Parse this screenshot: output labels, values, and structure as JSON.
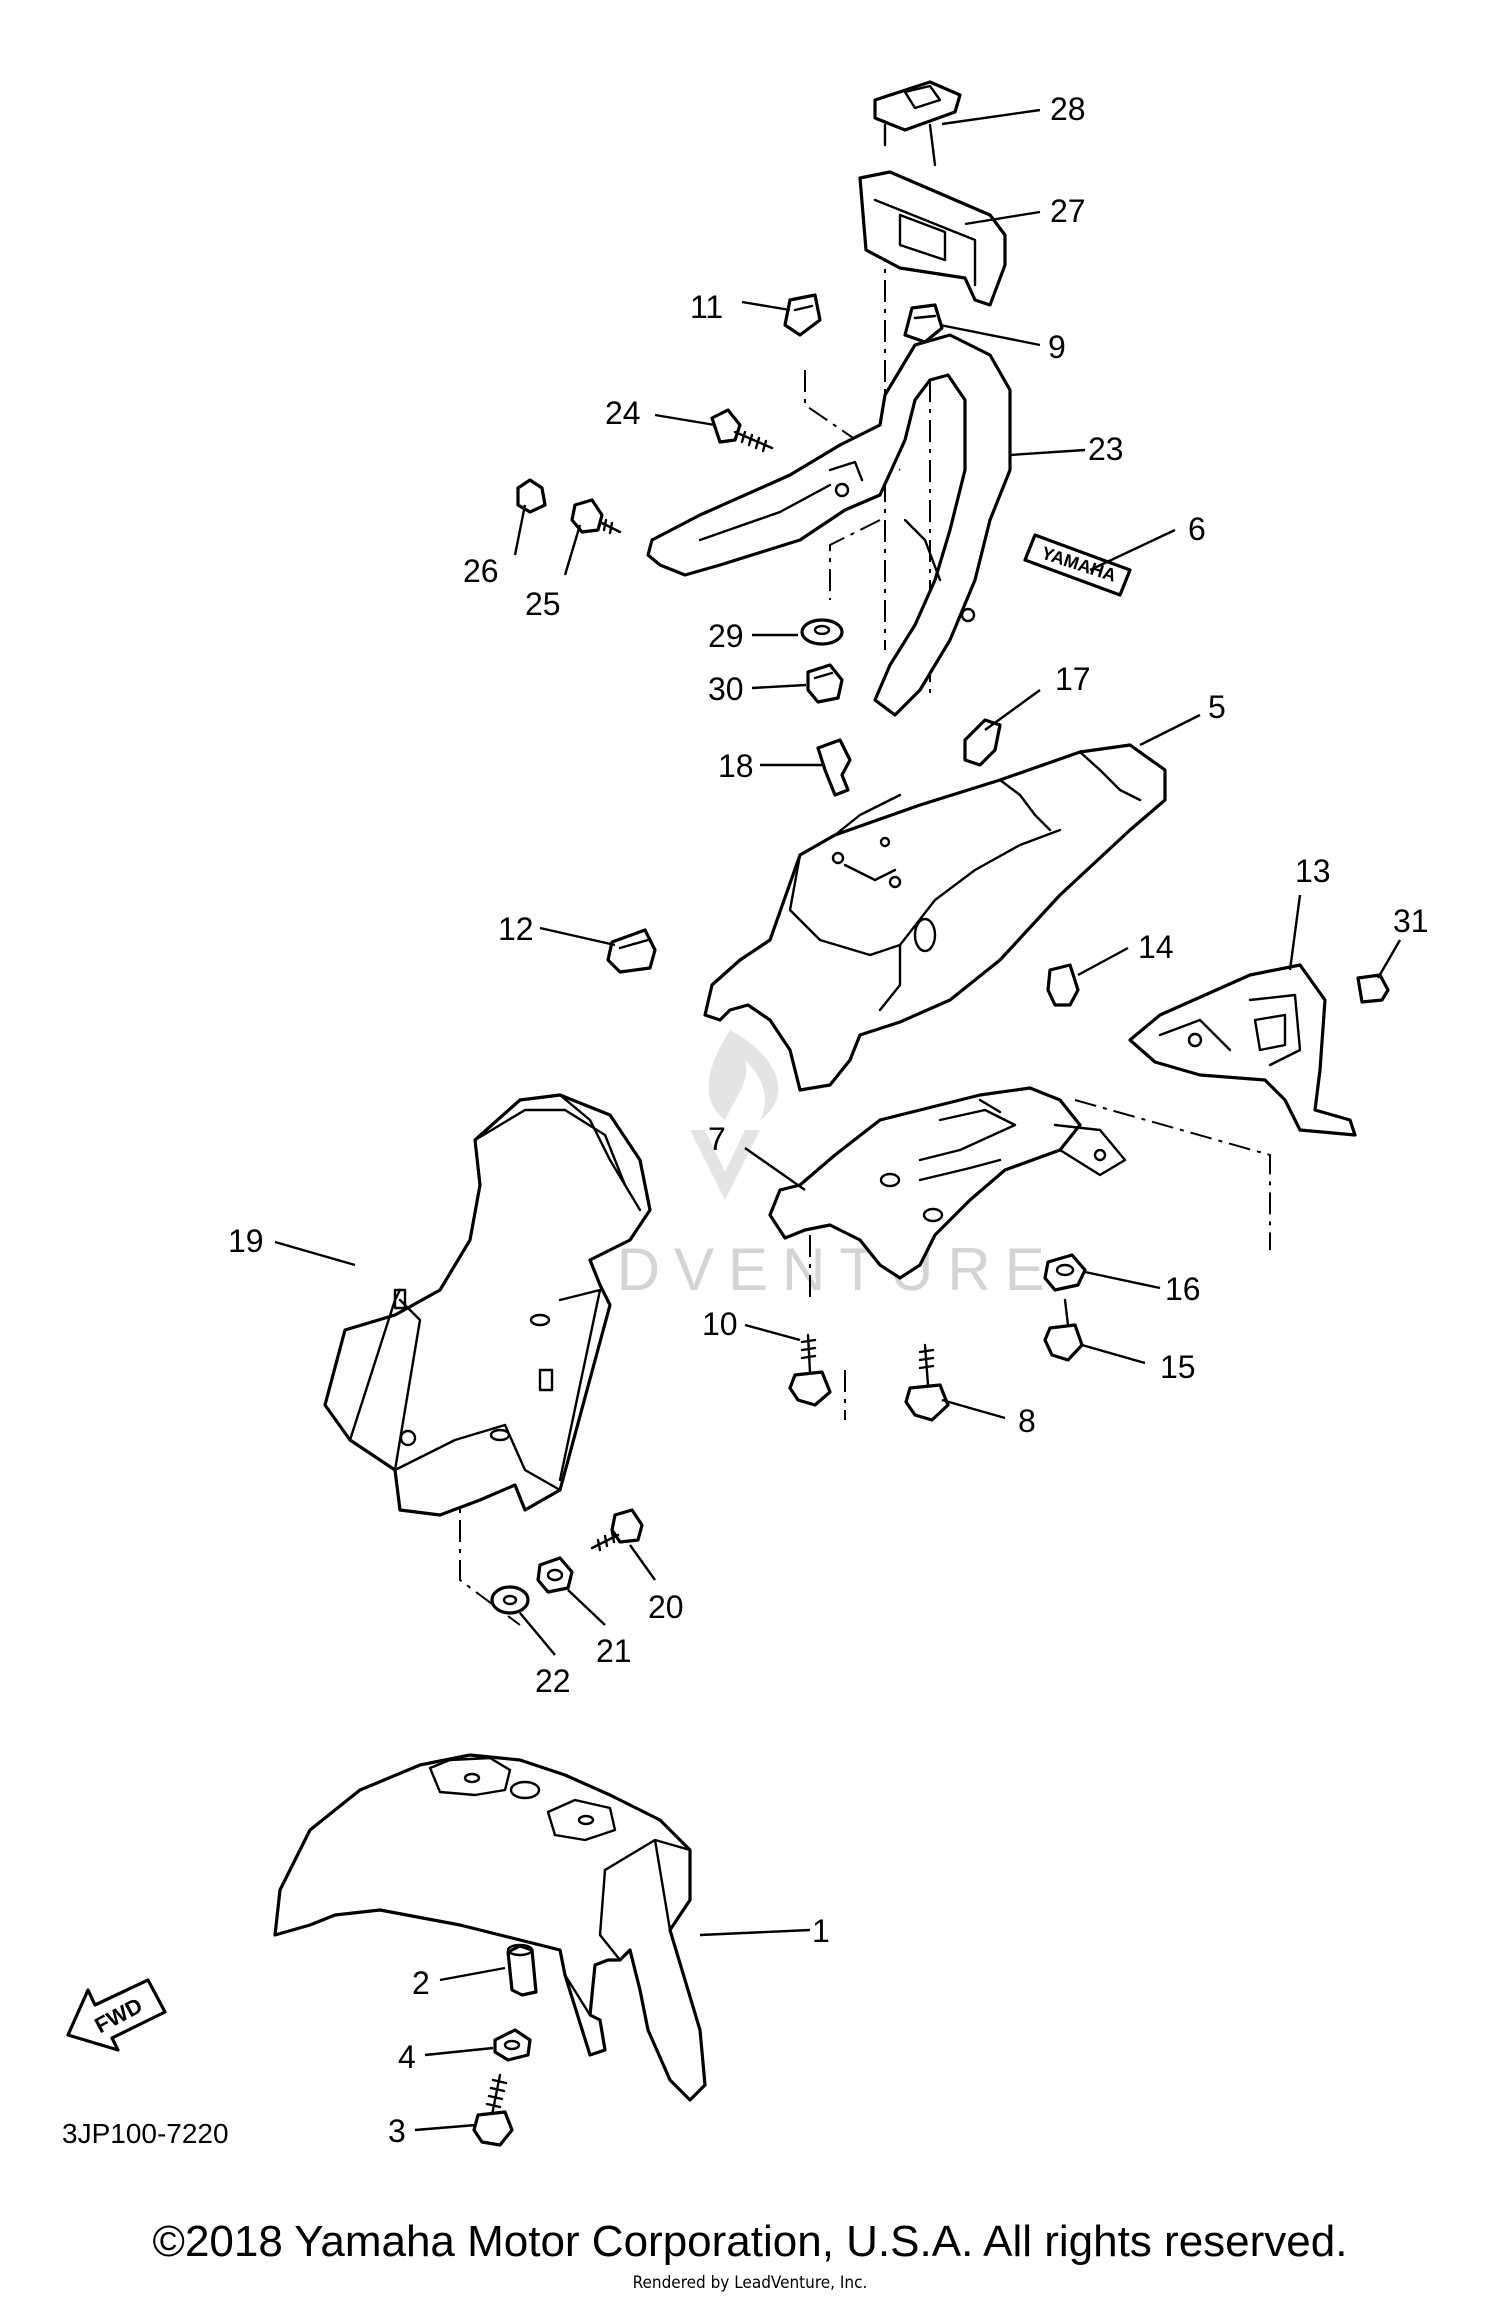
{
  "diagram": {
    "part_labels": [
      "1",
      "2",
      "3",
      "4",
      "5",
      "6",
      "7",
      "8",
      "9",
      "10",
      "11",
      "12",
      "13",
      "14",
      "15",
      "16",
      "17",
      "18",
      "19",
      "20",
      "21",
      "22",
      "23",
      "24",
      "25",
      "26",
      "27",
      "28",
      "29",
      "30",
      "31"
    ],
    "sticker_text": "YAMAHA",
    "fwd_arrow_text": "FWD",
    "diagram_code": "3JP100-7220",
    "copyright": "©2018 Yamaha Motor Corporation, U.S.A. All rights reserved.",
    "rendered_by": "Rendered by LeadVenture, Inc.",
    "watermark_text": "LEADVENTURE",
    "colors": {
      "line": "#000000",
      "background": "#ffffff",
      "watermark": "#d4d4d4"
    }
  }
}
